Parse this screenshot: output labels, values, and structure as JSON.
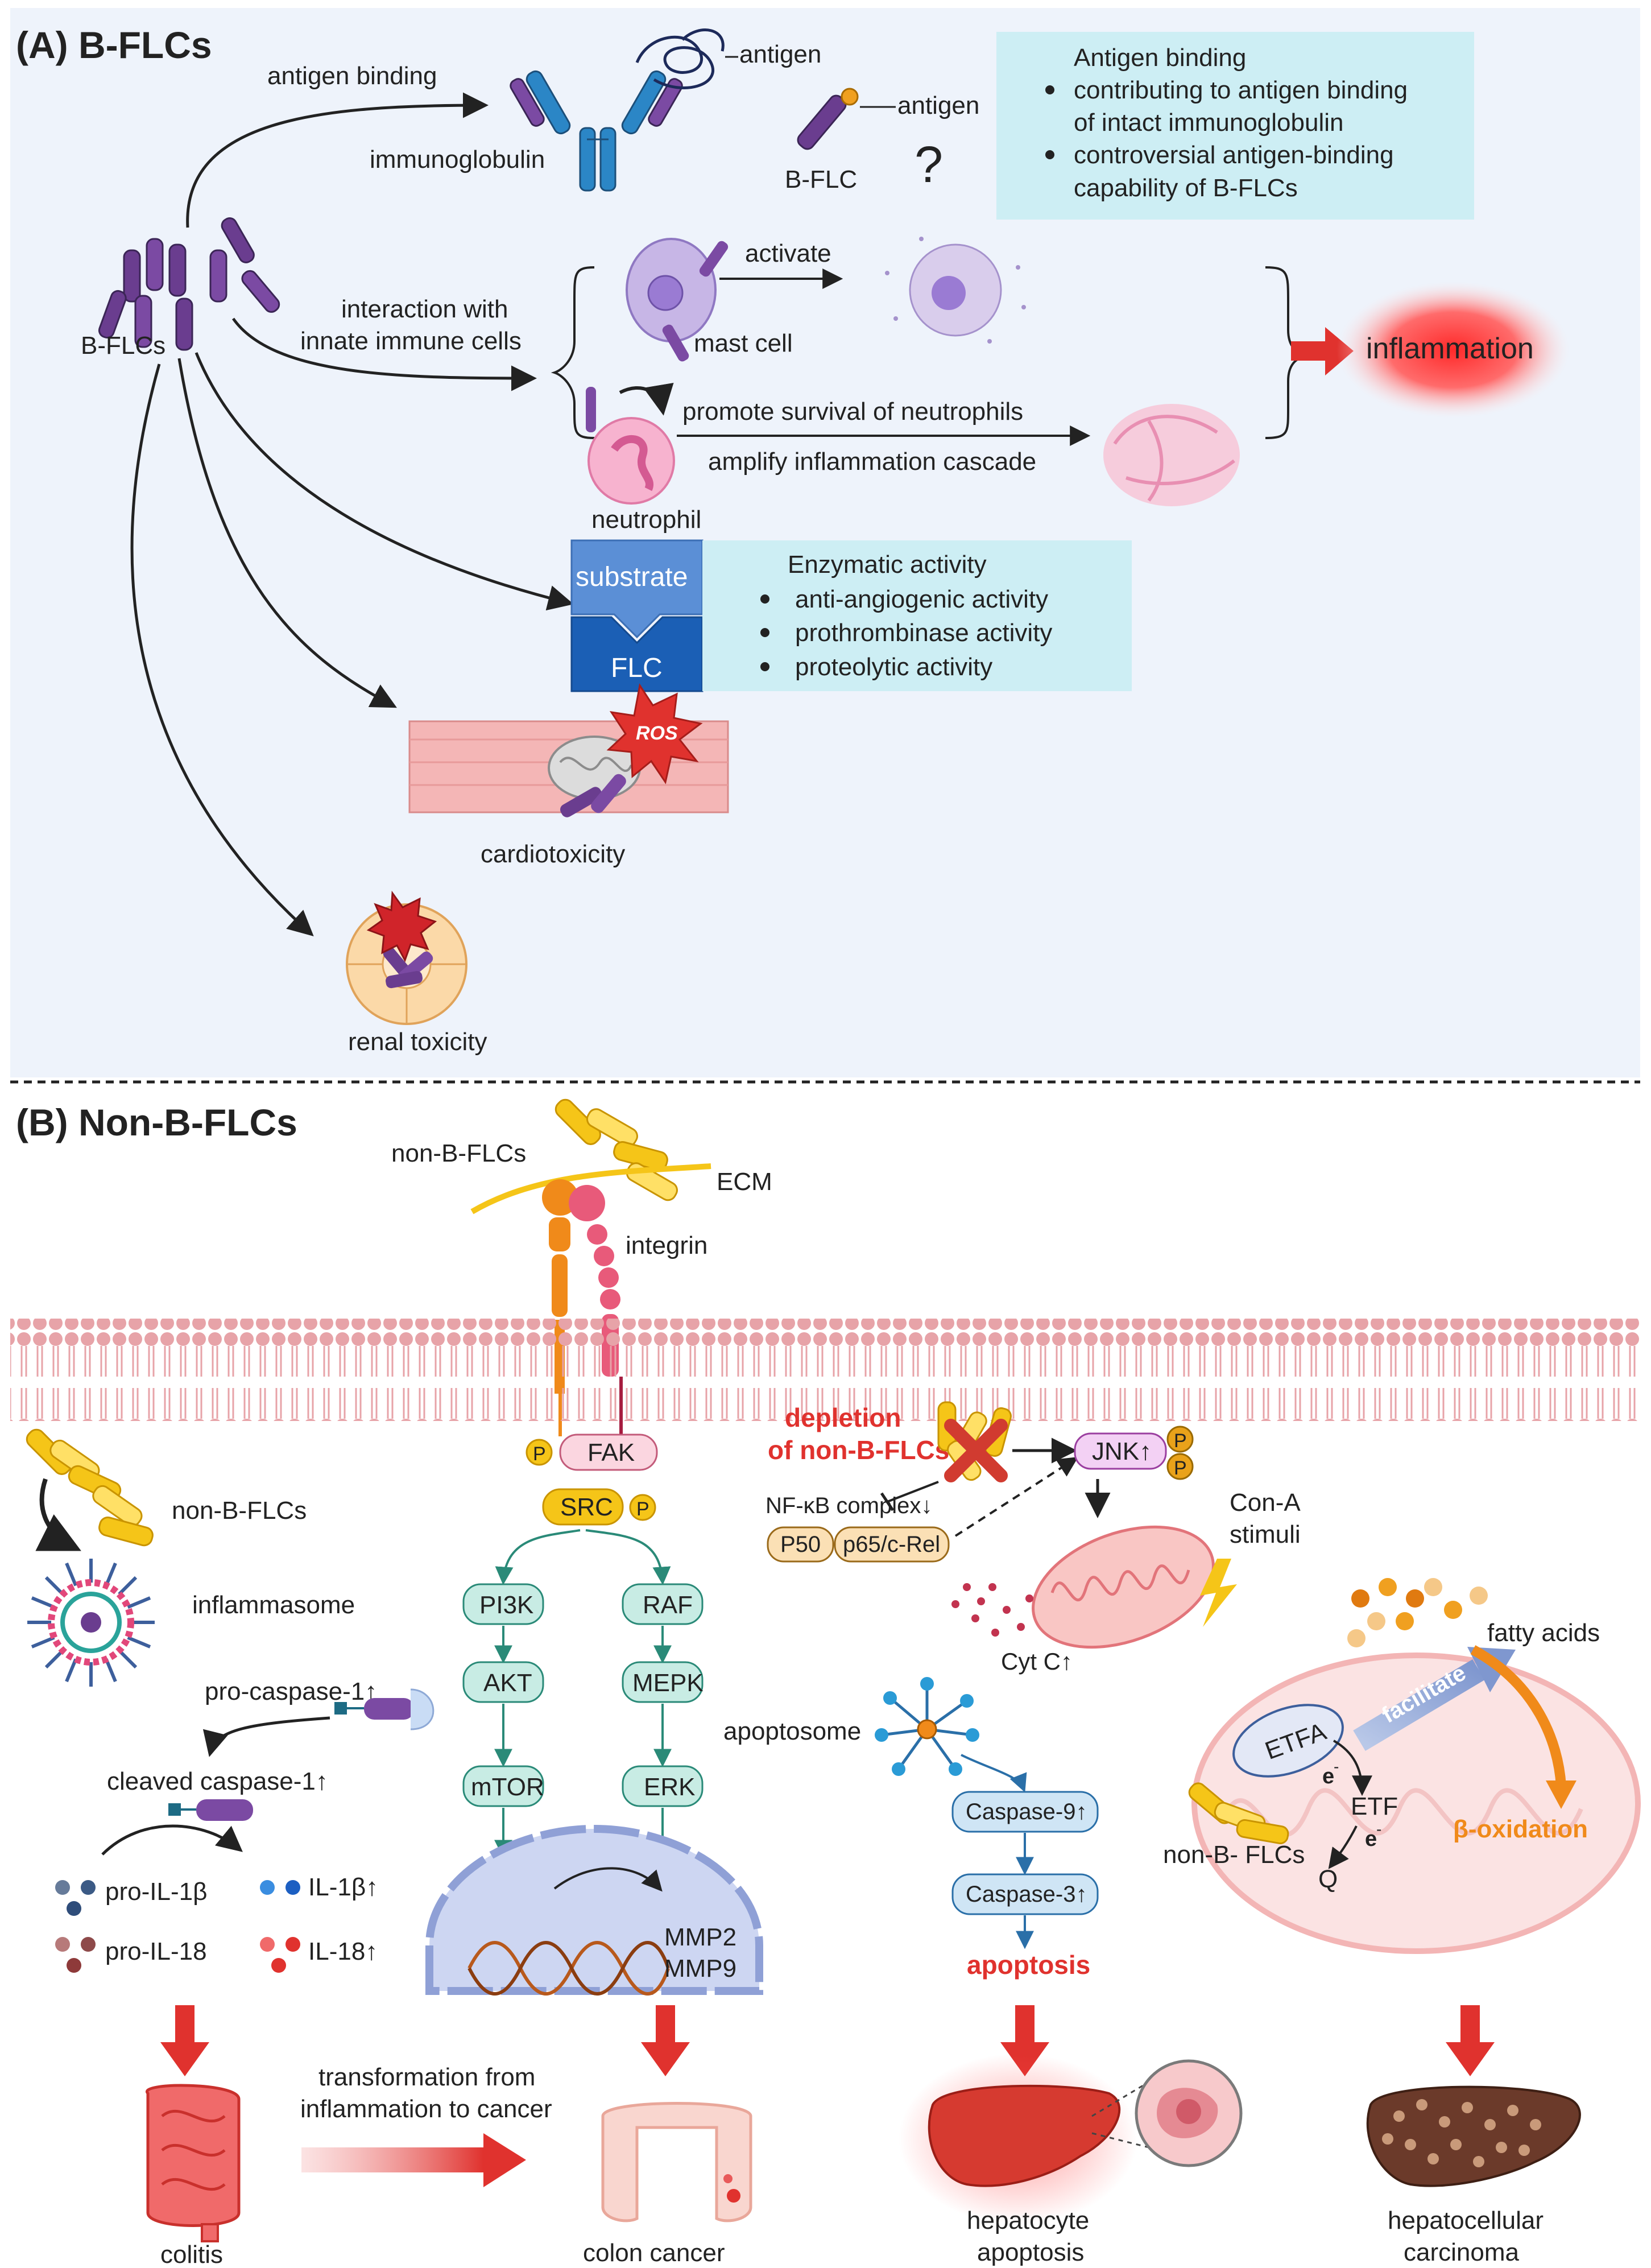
{
  "colors": {
    "panel_a_bg": "#eef3fb",
    "info_box": "#cdeef4",
    "flc_purple": "#6a3d8f",
    "nonb_yellow": "#f5c518",
    "arrow_red": "#e0322e",
    "pathway_teal": "#c8ece4",
    "pathway_blue": "#cfe5f5",
    "substrate_blue": "#5b8fd6",
    "flc_blue": "#1b5fb5",
    "text_red": "#e0322e",
    "text_orange": "#f08a1a"
  },
  "panel_a": {
    "title": "(A) B-FLCs",
    "bflcs_label": "B-FLCs",
    "antigen_binding_label": "antigen binding",
    "antigen_label_1": "antigen",
    "antigen_label_2": "antigen",
    "immunoglobulin_label": "immunoglobulin",
    "bflc_label": "B-FLC",
    "question_mark": "?",
    "antigen_box": {
      "title": "Antigen binding",
      "bullet1_line1": "contributing to antigen binding",
      "bullet1_line2": "of intact immunoglobulin",
      "bullet2_line1": "controversial antigen-binding",
      "bullet2_line2": "capability of B-FLCs"
    },
    "interaction_line1": "interaction with",
    "interaction_line2": "innate  immune cells",
    "activate_label": "activate",
    "mast_cell_label": "mast cell",
    "promote_label": "promote survival of neutrophils",
    "amplify_label": "amplify inflammation cascade",
    "neutrophil_label": "neutrophil",
    "inflammation_label": "inflammation",
    "substrate_label": "substrate",
    "flc_label": "FLC",
    "enzymatic_box": {
      "title": "Enzymatic activity",
      "item1": "anti-angiogenic activity",
      "item2": "prothrombinase activity",
      "item3": "proteolytic activity"
    },
    "ros_label": "ROS",
    "cardiotoxicity_label": "cardiotoxicity",
    "renal_label": "renal toxicity"
  },
  "panel_b": {
    "title": "(B) Non-B-FLCs",
    "nonbflcs_label_top": "non-B-FLCs",
    "ecm_label": "ECM",
    "integrin_label": "integrin",
    "nonbflcs_label_left": "non-B-FLCs",
    "inflammasome_label": "inflammasome",
    "pro_caspase_label": "pro-caspase-1↑",
    "cleaved_caspase_label": "cleaved caspase-1↑",
    "pro_il1b_label": "pro-IL-1β",
    "pro_il18_label": "pro-IL-18",
    "il1b_label": "IL-1β↑",
    "il18_label": "IL-18↑",
    "colitis_label": "colitis",
    "transformation_line1": "transformation from",
    "transformation_line2": "inflammation to cancer",
    "colon_cancer_label": "colon cancer",
    "p_label": "P",
    "fak_label": "FAK",
    "src_label": "SRC",
    "pi3k_label": "PI3K",
    "raf_label": "RAF",
    "akt_label": "AKT",
    "mepk_label": "MEPK",
    "mtor_label": "mTOR",
    "erk_label": "ERK",
    "mmp2_label": "MMP2",
    "mmp9_label": "MMP9",
    "depletion_line1": "depletion",
    "depletion_line2": "of non-B-FLCs",
    "nfkb_label": "NF-κB complex↓",
    "p50_label": "P50",
    "p65_label": "p65/c-Rel",
    "jnk_label": "JNK↑",
    "cona_line1": "Con-A",
    "cona_line2": "stimuli",
    "cytc_label": "Cyt C↑",
    "apoptosome_label": "apoptosome",
    "caspase9_label": "Caspase-9↑",
    "caspase3_label": "Caspase-3↑",
    "apoptosis_label": "apoptosis",
    "hep_apop_line1": "hepatocyte",
    "hep_apop_line2": "apoptosis",
    "fatty_acids_label": "fatty acids",
    "facilitate_label": "facilitate",
    "etfa_label": "ETFA",
    "e_label_1": "e",
    "e_label_2": "e",
    "etf_label": "ETF",
    "q_label": "Q",
    "nonbflcs_label_right": "non-B- FLCs",
    "beta_ox_label": "β-oxidation",
    "hcc_line1": "hepatocellular",
    "hcc_line2": "carcinoma"
  }
}
